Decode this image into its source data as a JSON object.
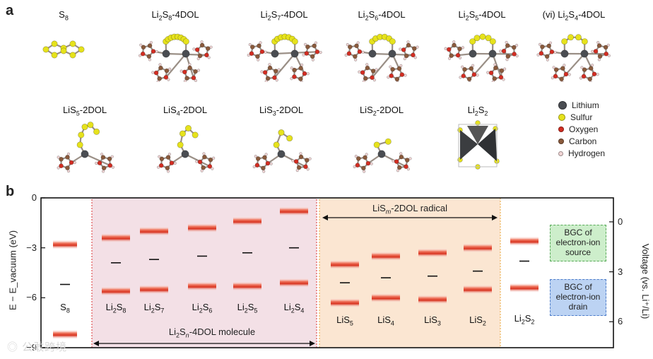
{
  "panel_a": {
    "letter": "a",
    "molecules_row1": [
      {
        "label": "S8"
      },
      {
        "label": "Li2S8-4DOL"
      },
      {
        "label": "Li2S7-4DOL"
      },
      {
        "label": "Li2S6-4DOL"
      },
      {
        "label": "Li2S5-4DOL"
      },
      {
        "label": "(vi) Li2S4-4DOL"
      }
    ],
    "molecules_row2": [
      {
        "label": "LiS5-2DOL"
      },
      {
        "label": "LiS4-2DOL"
      },
      {
        "label": "LiS3-2DOL"
      },
      {
        "label": "LiS2-2DOL"
      },
      {
        "label": "Li2S2"
      }
    ],
    "legend": [
      {
        "label": "Lithium",
        "color": "#4a4d52"
      },
      {
        "label": "Sulfur",
        "color": "#e6e21c"
      },
      {
        "label": "Oxygen",
        "color": "#d22d22"
      },
      {
        "label": "Carbon",
        "color": "#8a5a3c"
      },
      {
        "label": "Hydrogen",
        "color": "#f2d6d6"
      }
    ]
  },
  "panel_b": {
    "letter": "b",
    "y_axis_label": "E − E_vacuum (eV)",
    "y_ticks": [
      "0",
      "−3",
      "−6",
      "−9"
    ],
    "right_axis_label": "Voltage (vs. Li⁺/Li)",
    "right_ticks": [
      "0",
      "3",
      "6"
    ],
    "group_molecule_label": "Li2Sn-4DOL molecule",
    "group_radical_label": "LiSm-2DOL radical",
    "bgc_source": "BGC of electron-ion source",
    "bgc_drain": "BGC of electron-ion drain",
    "colors": {
      "level": "#d8321e",
      "molecule_region": "#f3e0e6",
      "radical_region": "#fbe6d2",
      "source_box": "#cdeecb",
      "drain_box": "#bcd3f3"
    },
    "species": [
      "S8",
      "Li2S8",
      "Li2S7",
      "Li2S6",
      "Li2S5",
      "Li2S4",
      "LiS5",
      "LiS4",
      "LiS3",
      "LiS2",
      "Li2S2"
    ]
  },
  "chart_data": {
    "type": "table",
    "title": "",
    "ylabel": "E − E_vacuum (eV)",
    "ylim": [
      -9,
      0
    ],
    "right_axis": {
      "label": "Voltage (vs. Li+/Li)",
      "ticks": [
        0,
        3,
        6
      ]
    },
    "columns": [
      "species",
      "LUMO_eV",
      "fermi_eV",
      "HOMO_eV"
    ],
    "rows": [
      [
        "S8",
        -2.8,
        -5.2,
        -8.2
      ],
      [
        "Li2S8",
        -2.4,
        -3.9,
        -5.6
      ],
      [
        "Li2S7",
        -2.0,
        -3.7,
        -5.5
      ],
      [
        "Li2S6",
        -1.8,
        -3.5,
        -5.3
      ],
      [
        "Li2S5",
        -1.4,
        -3.3,
        -5.3
      ],
      [
        "Li2S4",
        -0.8,
        -3.0,
        -5.1
      ],
      [
        "LiS5",
        -4.0,
        -5.1,
        -6.3
      ],
      [
        "LiS4",
        -3.5,
        -4.8,
        -6.0
      ],
      [
        "LiS3",
        -3.3,
        -4.7,
        -6.1
      ],
      [
        "LiS2",
        -3.0,
        -4.4,
        -5.5
      ],
      [
        "Li2S2",
        -2.6,
        -3.8,
        -5.4
      ]
    ]
  }
}
